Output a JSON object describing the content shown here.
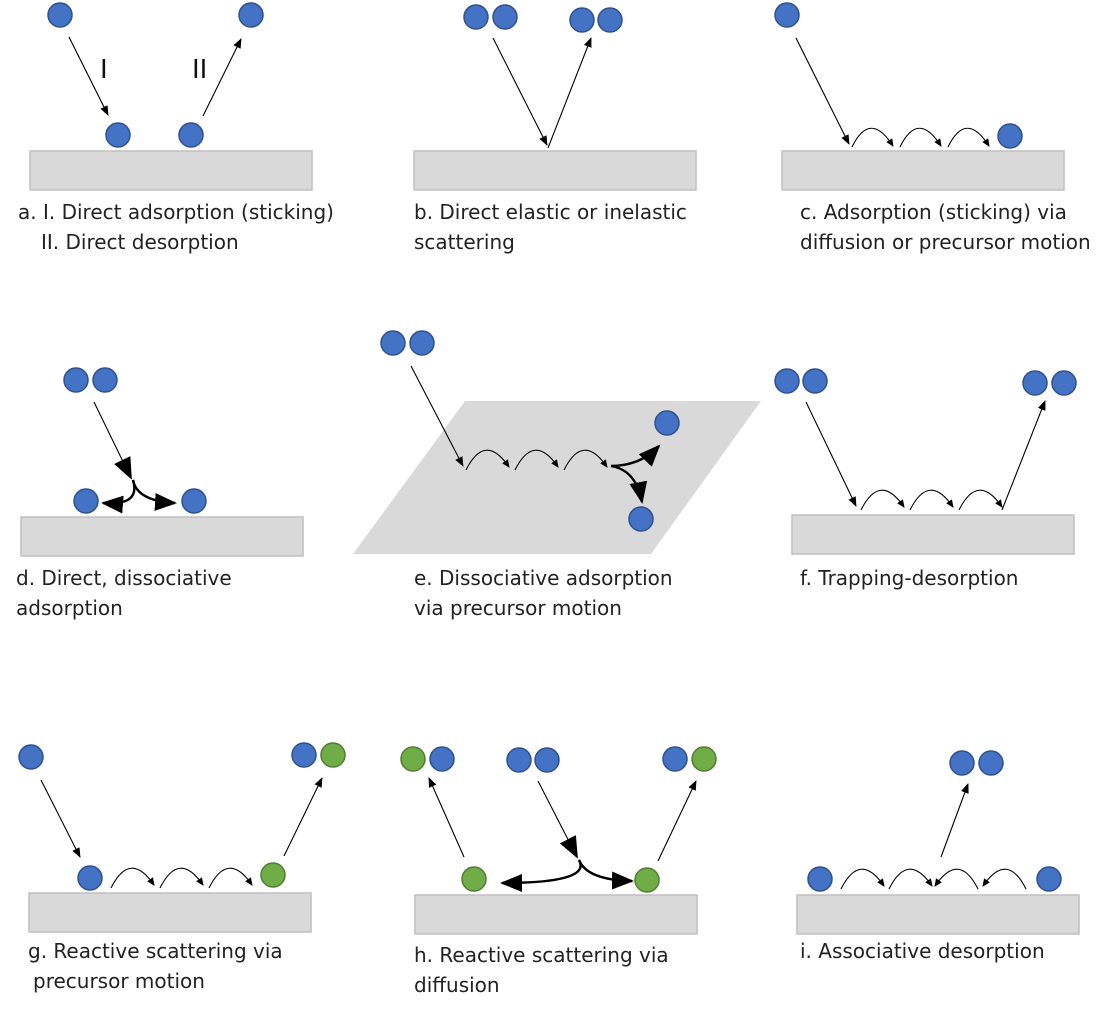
{
  "panels": {
    "a": {
      "caption_line1": "a. I. Direct adsorption (sticking)",
      "caption_line2": "II. Direct desorption",
      "label_in": "I",
      "label_out": "II"
    },
    "b": {
      "caption_line1": "b. Direct elastic or inelastic",
      "caption_line2": "scattering"
    },
    "c": {
      "caption_line1": "c. Adsorption (sticking) via",
      "caption_line2": "diffusion or precursor motion"
    },
    "d": {
      "caption_line1": "d. Direct, dissociative",
      "caption_line2": "adsorption"
    },
    "e": {
      "caption_line1": "e. Dissociative adsorption",
      "caption_line2": "via precursor motion"
    },
    "f": {
      "caption_line1": "f. Trapping-desorption"
    },
    "g": {
      "caption_line1": "g. Reactive scattering via",
      "caption_line2": "precursor motion"
    },
    "h": {
      "caption_line1": "h. Reactive scattering via",
      "caption_line2": "diffusion"
    },
    "i": {
      "caption_line1": "i. Associative desorption"
    }
  },
  "colors": {
    "atom_a": "#4472c4",
    "atom_b": "#70ad47",
    "surface": "#d9d9d9"
  }
}
